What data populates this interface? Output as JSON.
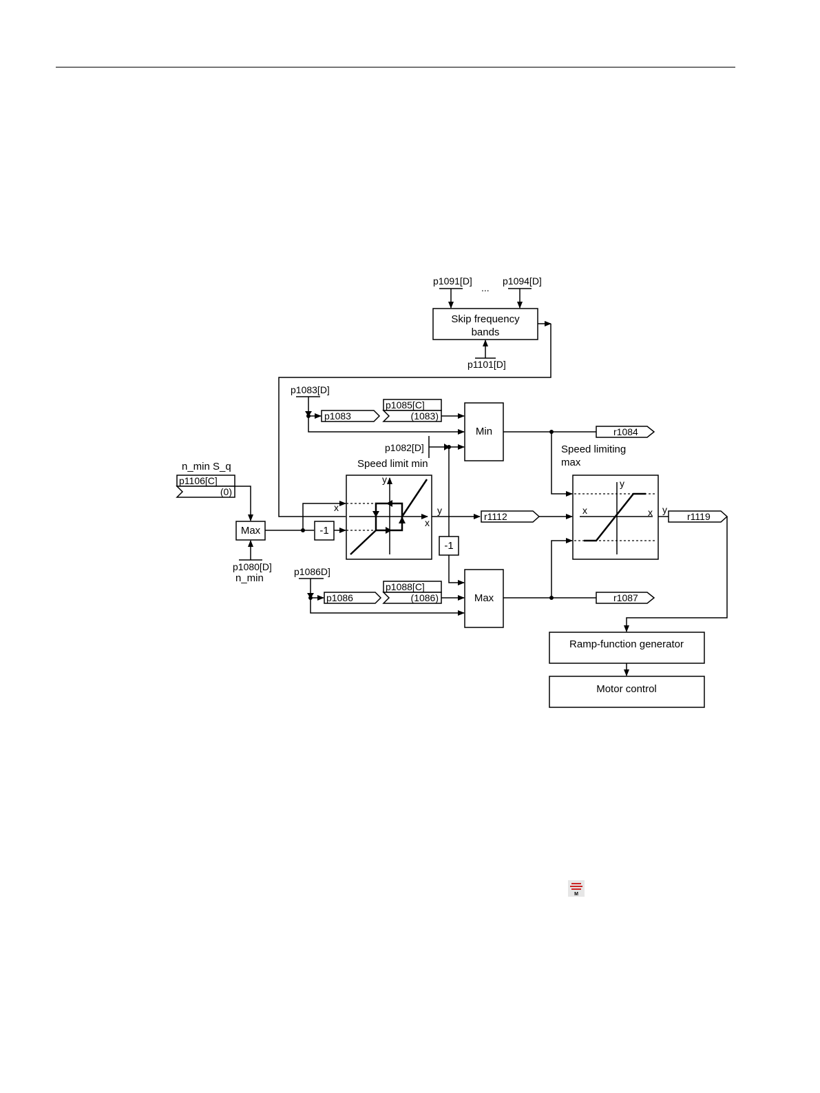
{
  "diagram": {
    "skip": {
      "param_left": "p1091[D]",
      "ellipsis": "...",
      "param_right": "p1094[D]",
      "block_line1": "Skip frequency",
      "block_line2": "bands",
      "param_bottom": "p1101[D]"
    },
    "upper": {
      "p1083_label": "p1083[D]",
      "p1083_conn": "p1083",
      "p1085_label": "p1085[C]",
      "p1085_default": "(1083)",
      "min_block": "Min",
      "r1084": "r1084",
      "p1082_label": "p1082[D]",
      "speed_limit_min": "Speed limit min",
      "speed_limiting_line1": "Speed limiting",
      "speed_limiting_line2": "max"
    },
    "nmin": {
      "title": "n_min S_q",
      "p1106_label": "p1106[C]",
      "p1106_default": "(0)",
      "max_block": "Max",
      "p1080_label": "p1080[D]",
      "n_min": "n_min",
      "neg1": "-1"
    },
    "curves": {
      "x": "x",
      "y": "y"
    },
    "middle": {
      "r1112": "r1112",
      "neg1": "-1",
      "r1119": "r1119"
    },
    "lower": {
      "p1086_label": "p1086D]",
      "p1086_conn": "p1086",
      "p1088_label": "p1088[C]",
      "p1088_default": "(1086)",
      "max_block": "Max",
      "r1087": "r1087"
    },
    "output": {
      "ramp": "Ramp-function generator",
      "motor": "Motor control"
    }
  },
  "icons": {
    "page_icon": "motor-icon",
    "page_icon_letter": "M",
    "page_icon_color": "#cc2222"
  }
}
